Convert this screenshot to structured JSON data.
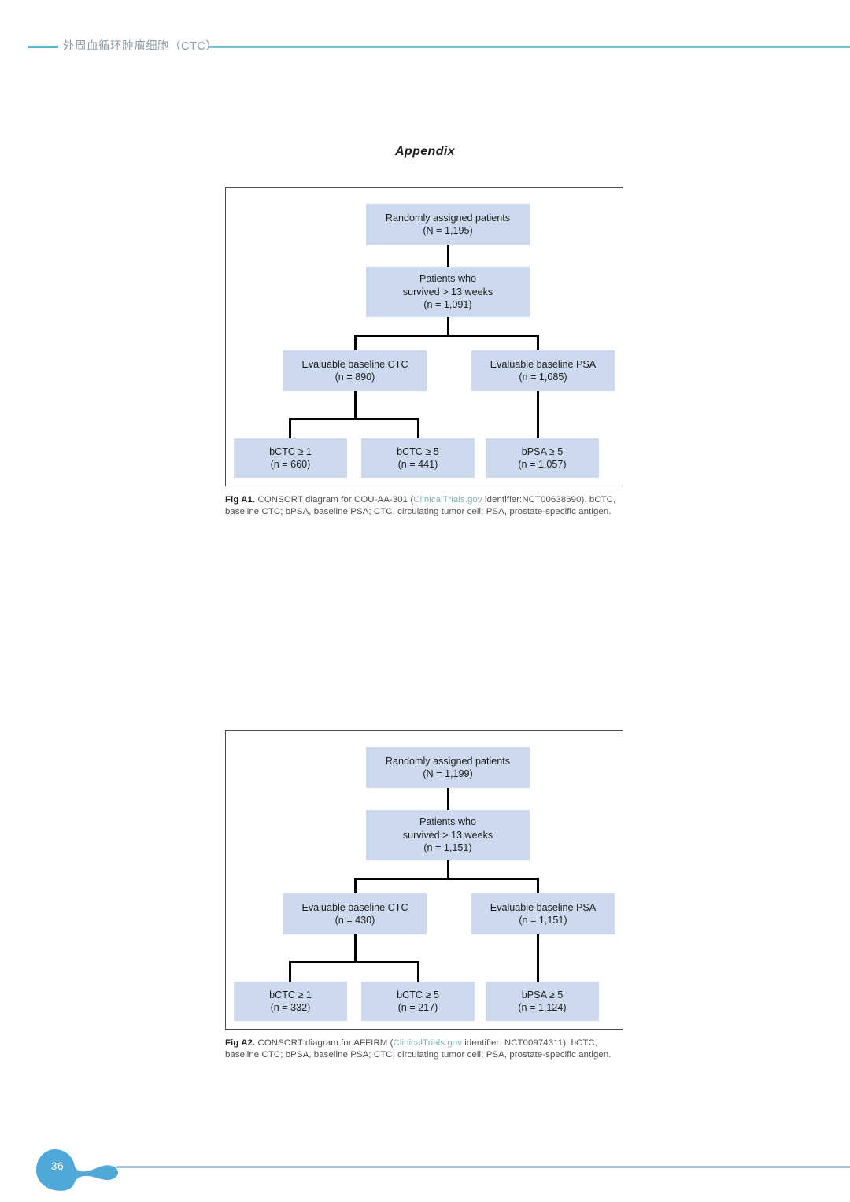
{
  "header": {
    "title": "外周血循环肿瘤细胞（CTC）",
    "rule_color": "#77c2d4"
  },
  "appendix": {
    "title": "Appendix"
  },
  "figures": [
    {
      "id": "A1",
      "nodes": {
        "random": {
          "line1": "Randomly assigned patients",
          "line2": "(N = 1,195)"
        },
        "survive": {
          "line1": "Patients who",
          "line2": "survived > 13 weeks",
          "line3": "(n = 1,091)"
        },
        "ctc": {
          "line1": "Evaluable baseline CTC",
          "line2": "(n = 890)"
        },
        "psa": {
          "line1": "Evaluable baseline PSA",
          "line2": "(n = 1,085)"
        },
        "bctc1": {
          "line1": "bCTC ≥ 1",
          "line2": "(n = 660)"
        },
        "bctc5": {
          "line1": "bCTC ≥ 5",
          "line2": "(n = 441)"
        },
        "bpsa5": {
          "line1": "bPSA ≥ 5",
          "line2": "(n = 1,057)"
        }
      },
      "caption": {
        "label": "Fig A1.",
        "text_before_link": " CONSORT diagram for COU-AA-301 (",
        "link": "ClinicalTrials.gov",
        "text_after_link": " identifier:NCT00638690). bCTC, baseline CTC; bPSA, baseline PSA; CTC, circulating tumor cell; PSA, prostate-specific antigen."
      }
    },
    {
      "id": "A2",
      "nodes": {
        "random": {
          "line1": "Randomly assigned patients",
          "line2": "(N = 1,199)"
        },
        "survive": {
          "line1": "Patients who",
          "line2": "survived > 13 weeks",
          "line3": "(n = 1,151)"
        },
        "ctc": {
          "line1": "Evaluable baseline CTC",
          "line2": "(n = 430)"
        },
        "psa": {
          "line1": "Evaluable baseline PSA",
          "line2": "(n = 1,151)"
        },
        "bctc1": {
          "line1": "bCTC ≥ 1",
          "line2": "(n = 332)"
        },
        "bctc5": {
          "line1": "bCTC ≥ 5",
          "line2": "(n = 217)"
        },
        "bpsa5": {
          "line1": "bPSA ≥ 5",
          "line2": "(n = 1,124)"
        }
      },
      "caption": {
        "label": "Fig A2.",
        "text_before_link": " CONSORT diagram for AFFIRM (",
        "link": "ClinicalTrials.gov",
        "text_after_link": " identifier: NCT00974311). bCTC, baseline CTC; bPSA, baseline PSA; CTC, circulating tumor cell; PSA, prostate-specific antigen."
      }
    }
  ],
  "chart_data": [
    {
      "type": "diagram",
      "title": "Fig A1. CONSORT diagram for COU-AA-301",
      "trial": "COU-AA-301",
      "identifier": "NCT00638690",
      "nodes": [
        {
          "key": "random",
          "label": "Randomly assigned patients",
          "n": 1195,
          "n_symbol": "N"
        },
        {
          "key": "survive",
          "label": "Patients who survived > 13 weeks",
          "n": 1091,
          "n_symbol": "n"
        },
        {
          "key": "ctc",
          "label": "Evaluable baseline CTC",
          "n": 890,
          "n_symbol": "n"
        },
        {
          "key": "psa",
          "label": "Evaluable baseline PSA",
          "n": 1085,
          "n_symbol": "n"
        },
        {
          "key": "bctc1",
          "label": "bCTC ≥ 1",
          "n": 660,
          "n_symbol": "n"
        },
        {
          "key": "bctc5",
          "label": "bCTC ≥ 5",
          "n": 441,
          "n_symbol": "n"
        },
        {
          "key": "bpsa5",
          "label": "bPSA ≥ 5",
          "n": 1057,
          "n_symbol": "n"
        }
      ],
      "edges": [
        [
          "random",
          "survive"
        ],
        [
          "survive",
          "ctc"
        ],
        [
          "survive",
          "psa"
        ],
        [
          "ctc",
          "bctc1"
        ],
        [
          "ctc",
          "bctc5"
        ],
        [
          "psa",
          "bpsa5"
        ]
      ]
    },
    {
      "type": "diagram",
      "title": "Fig A2. CONSORT diagram for AFFIRM",
      "trial": "AFFIRM",
      "identifier": "NCT00974311",
      "nodes": [
        {
          "key": "random",
          "label": "Randomly assigned patients",
          "n": 1199,
          "n_symbol": "N"
        },
        {
          "key": "survive",
          "label": "Patients who survived > 13 weeks",
          "n": 1151,
          "n_symbol": "n"
        },
        {
          "key": "ctc",
          "label": "Evaluable baseline CTC",
          "n": 430,
          "n_symbol": "n"
        },
        {
          "key": "psa",
          "label": "Evaluable baseline PSA",
          "n": 1151,
          "n_symbol": "n"
        },
        {
          "key": "bctc1",
          "label": "bCTC ≥ 1",
          "n": 332,
          "n_symbol": "n"
        },
        {
          "key": "bctc5",
          "label": "bCTC ≥ 5",
          "n": 217,
          "n_symbol": "n"
        },
        {
          "key": "bpsa5",
          "label": "bPSA ≥ 5",
          "n": 1124,
          "n_symbol": "n"
        }
      ],
      "edges": [
        [
          "random",
          "survive"
        ],
        [
          "survive",
          "ctc"
        ],
        [
          "survive",
          "psa"
        ],
        [
          "ctc",
          "bctc1"
        ],
        [
          "ctc",
          "bctc5"
        ],
        [
          "psa",
          "bpsa5"
        ]
      ]
    }
  ],
  "footer": {
    "page_number": "36",
    "accent_color": "#4fa8d8"
  }
}
